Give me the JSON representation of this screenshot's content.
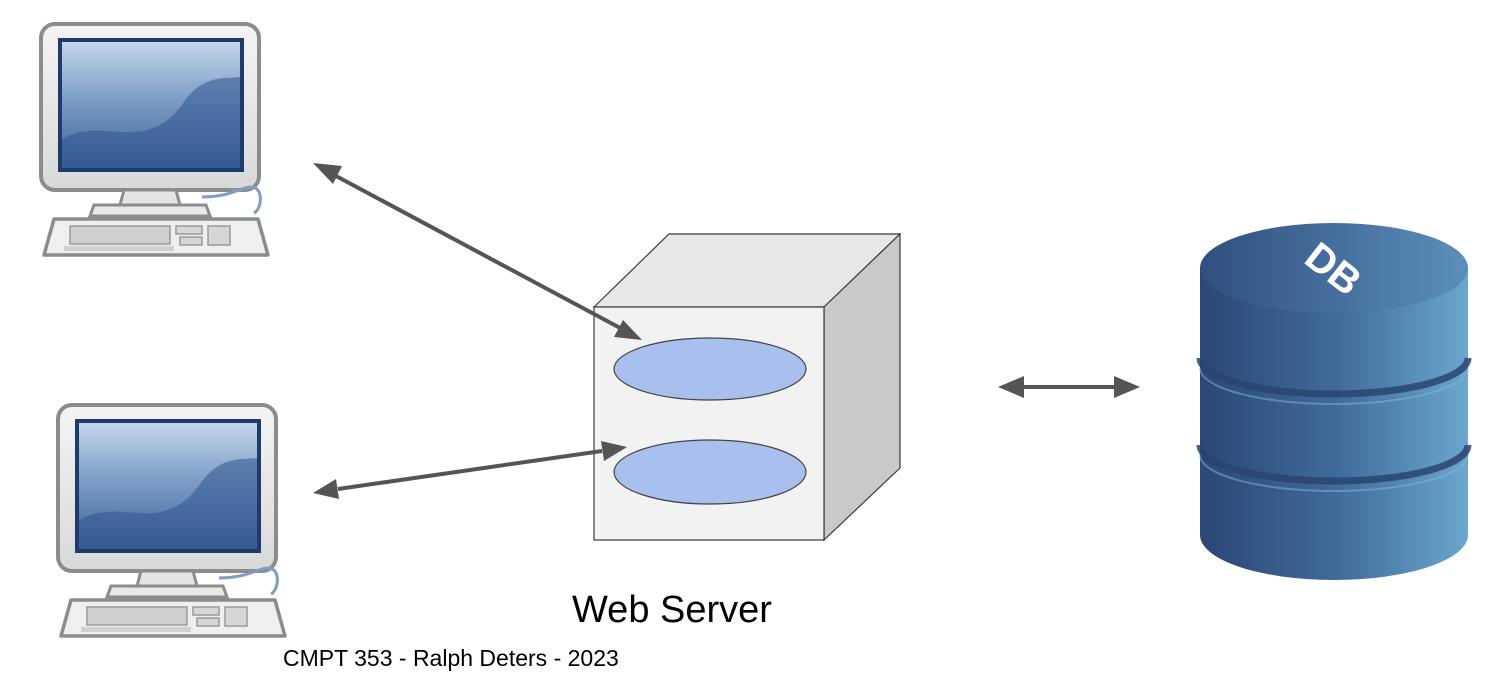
{
  "diagram": {
    "labels": {
      "server": "Web Server",
      "footer": "CMPT 353 - Ralph Deters - 2023",
      "database": "DB"
    },
    "nodes": [
      {
        "id": "client-1",
        "kind": "desktop-computer-icon"
      },
      {
        "id": "client-2",
        "kind": "desktop-computer-icon"
      },
      {
        "id": "web-server",
        "kind": "cube-with-two-processes"
      },
      {
        "id": "database",
        "kind": "database-cylinder-icon"
      }
    ],
    "edges": [
      {
        "from": "client-1",
        "to": "web-server",
        "direction": "bidirectional"
      },
      {
        "from": "client-2",
        "to": "web-server",
        "direction": "bidirectional"
      },
      {
        "from": "web-server",
        "to": "database",
        "direction": "bidirectional"
      }
    ],
    "colors": {
      "arrow": "#555555",
      "cube_front": "#f2f2f2",
      "cube_top": "#e7e7e7",
      "cube_side": "#c9c9c9",
      "process_fill": "#a9c0ee",
      "db_dark": "#2c4a78",
      "db_light": "#6ea6cc"
    }
  }
}
